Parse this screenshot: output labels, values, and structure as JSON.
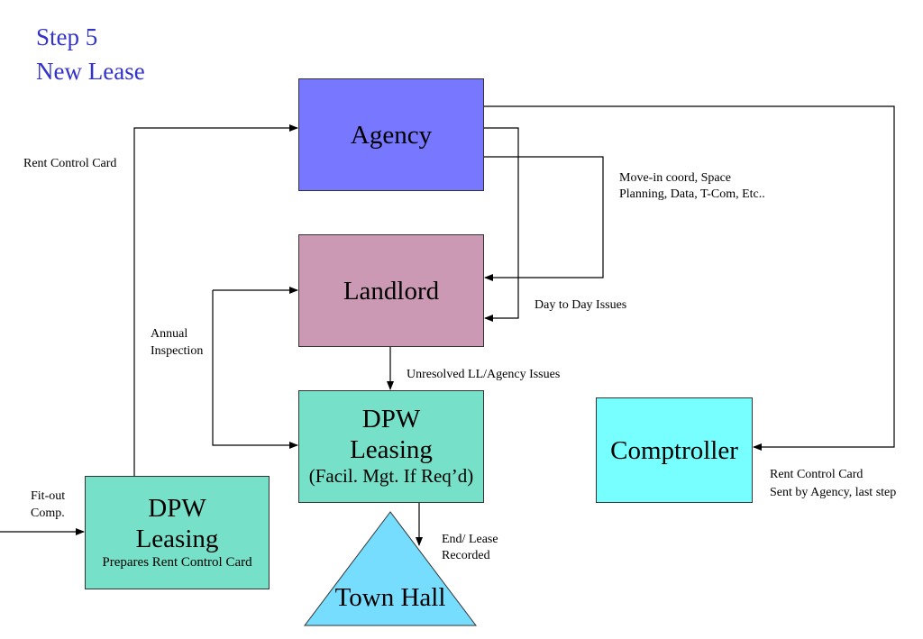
{
  "title": {
    "line1": "Step 5",
    "line2": "New Lease"
  },
  "nodes": {
    "agency": "Agency",
    "landlord": "Landlord",
    "dpw_center": {
      "line1": "DPW",
      "line2": "Leasing",
      "line3": "(Facil. Mgt. If Req’d)"
    },
    "dpw_left": {
      "line1": "DPW",
      "line2": "Leasing",
      "line3": "Prepares Rent Control Card"
    },
    "comptroller": "Comptroller",
    "town_hall": "Town Hall"
  },
  "edge_labels": {
    "rent_control_card": "Rent Control Card",
    "move_in_line1": "Move-in coord, Space",
    "move_in_line2": "Planning, Data, T-Com, Etc..",
    "day_to_day": "Day to Day Issues",
    "annual_line1": "Annual",
    "annual_line2": "Inspection",
    "unresolved": "Unresolved LL/Agency Issues",
    "fitout_line1": "Fit-out",
    "fitout_line2": "Comp.",
    "end_line1": "End/ Lease",
    "end_line2": "Recorded",
    "rcc_sent_line1": "Rent Control Card",
    "rcc_sent_line2": "Sent by Agency, last step"
  },
  "colors": {
    "title": "#3333cc",
    "agency": "#7777ff",
    "landlord": "#cc99b4",
    "dpw": "#77e0c8",
    "comptroller": "#77ffff",
    "town_hall": "#77ddff"
  }
}
